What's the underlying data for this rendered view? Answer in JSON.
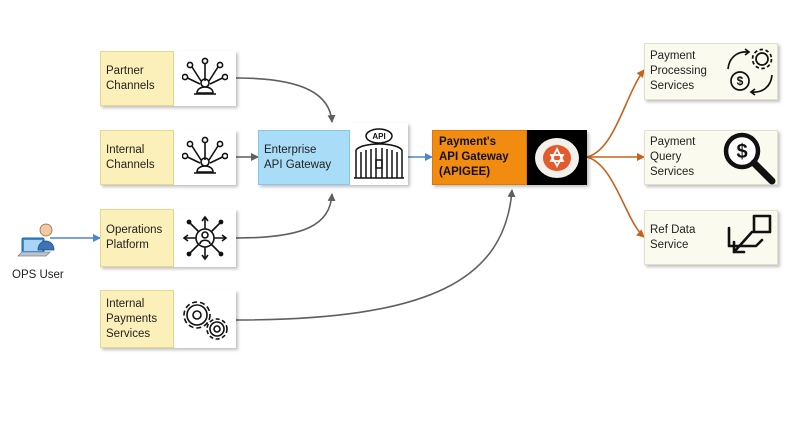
{
  "sources": [
    {
      "id": "partner",
      "label": "Partner\nChannels",
      "icon": "network-hub-icon"
    },
    {
      "id": "internal",
      "label": "Internal\nChannels",
      "icon": "network-hub-icon"
    },
    {
      "id": "operations",
      "label": "Operations\nPlatform",
      "icon": "user-network-icon"
    },
    {
      "id": "internal-payments",
      "label": "Internal\nPayments\nServices",
      "icon": "gears-icon"
    }
  ],
  "gateway": {
    "label": "Enterprise\nAPI Gateway",
    "icon": "api-gateway-icon",
    "icon_text": "API"
  },
  "payments_gateway": {
    "label": "Payment's\nAPI Gateway\n(APIGEE)",
    "icon": "apigee-logo-icon"
  },
  "targets": [
    {
      "id": "processing",
      "label": "Payment\nProcessing\nServices",
      "icon": "dollar-cycle-icon"
    },
    {
      "id": "query",
      "label": "Payment\nQuery\nServices",
      "icon": "dollar-search-icon"
    },
    {
      "id": "refdata",
      "label": "Ref Data\nService",
      "icon": "arrow-box-icon"
    }
  ],
  "ops_user": {
    "label": "OPS User",
    "icon": "user-at-computer-icon"
  },
  "colors": {
    "grey_arrow": "#5f5f5f",
    "blue_arrow": "#4c87c6",
    "orange_arrow": "#c4631e"
  }
}
